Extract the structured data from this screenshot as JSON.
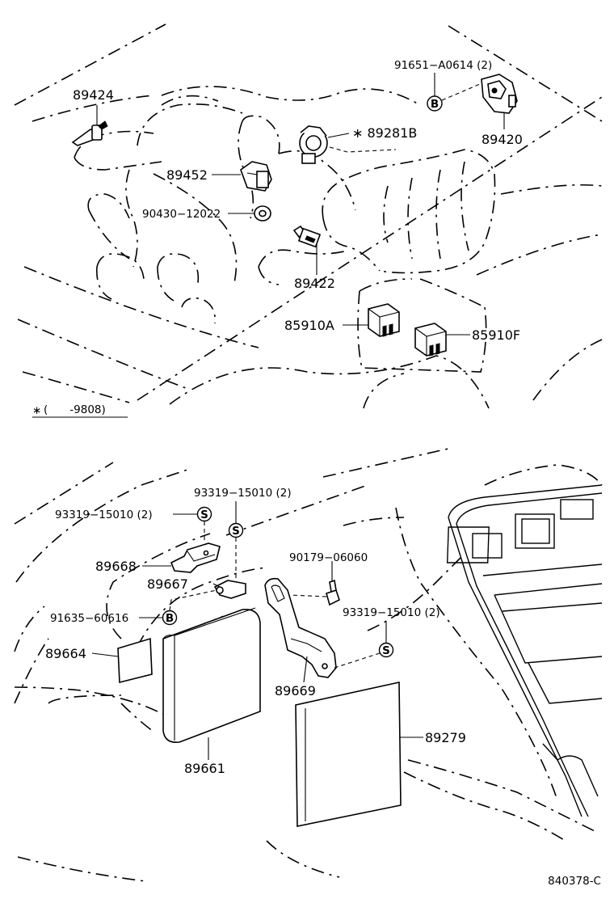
{
  "figure_code": "840378-C",
  "note": {
    "marker": "∗",
    "text": "(  -9808)"
  },
  "top_section": {
    "parts": [
      {
        "id": "89424",
        "label": "89424"
      },
      {
        "id": "91651",
        "label": "91651−A0614 (2)",
        "marker": "B"
      },
      {
        "id": "89420",
        "label": "89420"
      },
      {
        "id": "89281B",
        "label": "∗ 89281B"
      },
      {
        "id": "89452",
        "label": "89452"
      },
      {
        "id": "90430",
        "label": "90430−12022"
      },
      {
        "id": "89422",
        "label": "89422"
      },
      {
        "id": "85910A",
        "label": "85910A"
      },
      {
        "id": "85910F",
        "label": "85910F"
      }
    ]
  },
  "bottom_section": {
    "parts": [
      {
        "id": "93319a",
        "label": "93319−15010 (2)",
        "marker": "S"
      },
      {
        "id": "93319b",
        "label": "93319−15010 (2)",
        "marker": "S"
      },
      {
        "id": "93319c",
        "label": "93319−15010 (2)",
        "marker": "S"
      },
      {
        "id": "89668",
        "label": "89668"
      },
      {
        "id": "89667",
        "label": "89667"
      },
      {
        "id": "90179",
        "label": "90179−06060"
      },
      {
        "id": "91635",
        "label": "91635−60616",
        "marker": "B"
      },
      {
        "id": "89664",
        "label": "89664"
      },
      {
        "id": "89669",
        "label": "89669"
      },
      {
        "id": "89661",
        "label": "89661"
      },
      {
        "id": "89279",
        "label": "89279"
      }
    ]
  }
}
